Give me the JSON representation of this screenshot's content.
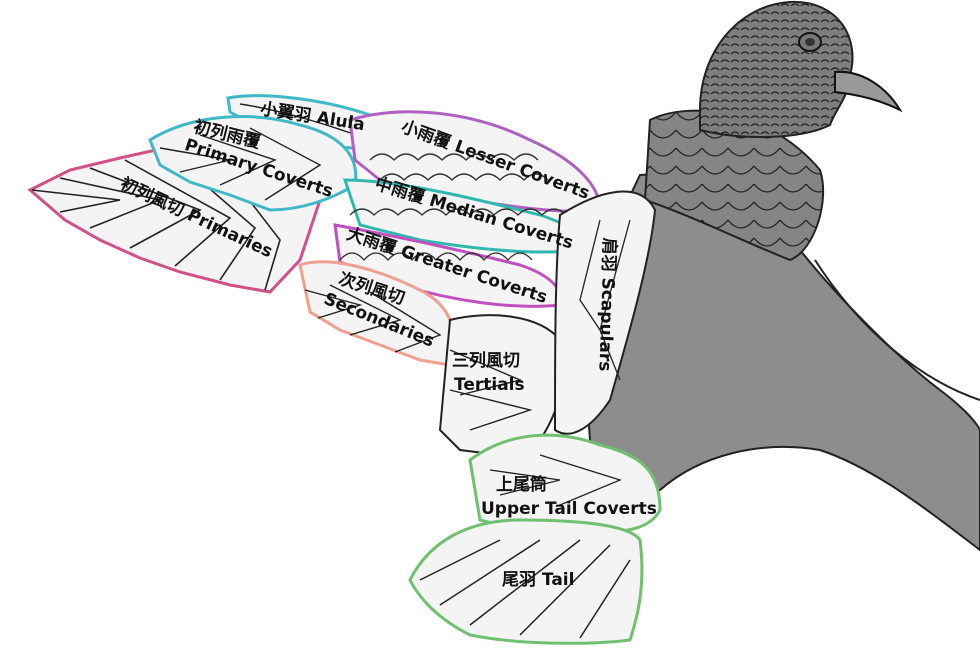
{
  "labels": {
    "alula": "小翼羽 Alula",
    "primary_coverts_zh": "初列雨覆",
    "primary_coverts_en": "Primary Coverts",
    "primaries": "初列風切 Primaries",
    "lesser_coverts": "小雨覆 Lesser Coverts",
    "median_coverts": "中雨覆 Median Coverts",
    "greater_coverts": "大雨覆 Greater Coverts",
    "secondaries_zh": "次列風切",
    "secondaries_en": "Secondaries",
    "scapulars": "肩羽 Scapulars",
    "tertials_zh": "三列風切",
    "tertials_en": "Tertials",
    "upper_tail_coverts_zh": "上尾筒",
    "upper_tail_coverts_en": "Upper Tail Coverts",
    "tail": "尾羽 Tail"
  },
  "colors": {
    "body": "#888888",
    "head": "#7a7a7a",
    "feather_fill": "#f4f4f4",
    "outline": "#222222",
    "primaries_group": "#d0508a",
    "primary_coverts_group": "#40b8c8",
    "alula_group": "#40b8c8",
    "lesser_coverts_group": "#b060c0",
    "median_coverts_group": "#30b8b0",
    "greater_coverts_group": "#c050c0",
    "secondaries_group": "#f0a090",
    "upper_tail_group": "#70c070"
  }
}
